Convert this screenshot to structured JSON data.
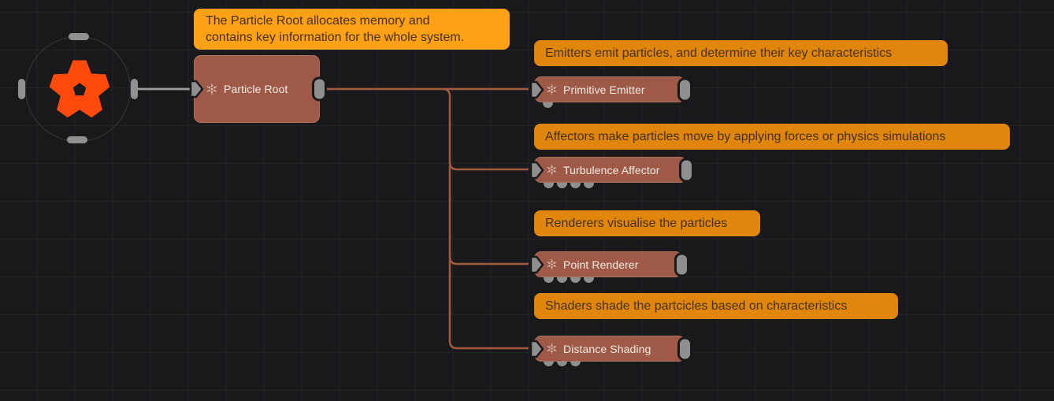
{
  "app": {
    "name": "particle-node-editor"
  },
  "colors": {
    "background": "#19191b",
    "grid_line": "#242428",
    "node_fill": "#9e5a46",
    "node_label": "#f4ebe6",
    "wire": "#a45a3f",
    "wire_gray": "#9c9c9c",
    "port_gray": "#8f8f8f",
    "tooltip_highlight": "#ffa117",
    "tooltip_normal": "#e1860c",
    "tooltip_text": "#44300a",
    "logo_orange": "#ff4a0c"
  },
  "logo": {
    "name": "particle-star-logo"
  },
  "root_node": {
    "label": "Particle Root",
    "tooltip_lines": [
      "The Particle Root allocates memory and",
      "contains key information for the whole system."
    ]
  },
  "nodes": [
    {
      "label": "Primitive Emitter",
      "tooltip": "Emitters emit particles, and determine their key characteristics",
      "bottom_ports": 1
    },
    {
      "label": "Turbulence Affector",
      "tooltip": "Affectors make particles move by applying forces or physics simulations",
      "bottom_ports": 4
    },
    {
      "label": "Point Renderer",
      "tooltip": "Renderers visualise the particles",
      "bottom_ports": 4
    },
    {
      "label": "Distance Shading",
      "tooltip": "Shaders shade the partcicles based on characteristics",
      "bottom_ports": 3
    }
  ]
}
